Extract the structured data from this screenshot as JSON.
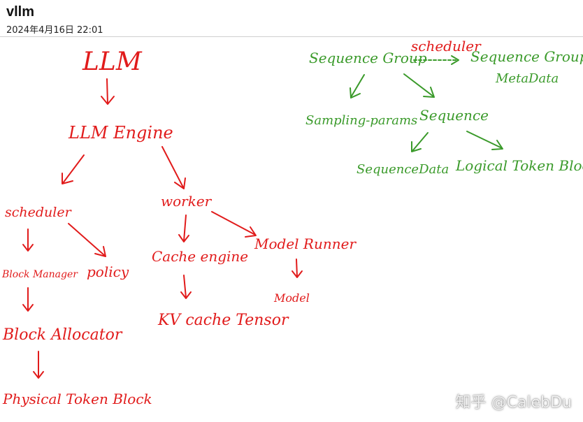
{
  "header": {
    "title": "vllm",
    "date": "2024年4月16日 22:01"
  },
  "colors": {
    "red_ink": "#e11b1b",
    "green_ink": "#3a9a2a"
  },
  "red_tree": {
    "root": "LLM",
    "engine": "LLM Engine",
    "scheduler": "scheduler",
    "block_manager": "Block Manager",
    "policy": "policy",
    "block_allocator": "Block Allocator",
    "physical_token_block": "Physical Token Block",
    "worker": "worker",
    "cache_engine": "Cache engine",
    "kv_cache_tensor": "KV cache Tensor",
    "model_runner": "Model Runner",
    "model": "Model"
  },
  "green_tree": {
    "sequence_group": "Sequence Group",
    "scheduler_label": "scheduler",
    "sequence_group_metadata_line1": "Sequence Group",
    "sequence_group_metadata_line2": "MetaData",
    "sampling_params": "Sampling-params",
    "sequence": "Sequence",
    "sequence_data": "SequenceData",
    "logical_token_block": "Logical Token Block"
  },
  "watermark": "知乎 @CalebDu"
}
